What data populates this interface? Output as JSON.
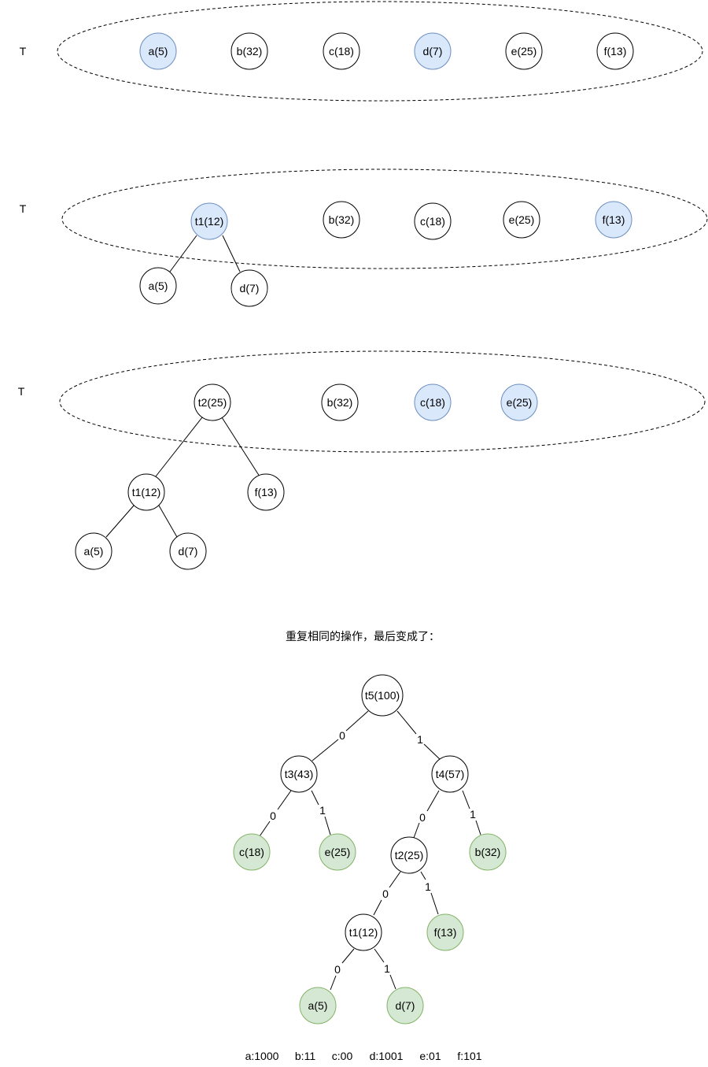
{
  "colors": {
    "plain_fill": "#ffffff",
    "plain_stroke": "#000000",
    "highlight_fill": "#dae8fc",
    "highlight_stroke": "#6c8ebf",
    "leaf_fill": "#d5e8d4",
    "leaf_stroke": "#82b366"
  },
  "stage1": {
    "set_label": "T",
    "nodes": [
      {
        "label": "a(5)",
        "style": "highlight"
      },
      {
        "label": "b(32)",
        "style": "plain"
      },
      {
        "label": "c(18)",
        "style": "plain"
      },
      {
        "label": "d(7)",
        "style": "highlight"
      },
      {
        "label": "e(25)",
        "style": "plain"
      },
      {
        "label": "f(13)",
        "style": "plain"
      }
    ]
  },
  "stage2": {
    "set_label": "T",
    "nodes": [
      {
        "label": "t1(12)",
        "style": "highlight"
      },
      {
        "label": "b(32)",
        "style": "plain"
      },
      {
        "label": "c(18)",
        "style": "plain"
      },
      {
        "label": "e(25)",
        "style": "plain"
      },
      {
        "label": "f(13)",
        "style": "highlight"
      },
      {
        "label": "a(5)",
        "style": "plain"
      },
      {
        "label": "d(7)",
        "style": "plain"
      }
    ]
  },
  "stage3": {
    "set_label": "T",
    "nodes": [
      {
        "label": "t2(25)",
        "style": "plain"
      },
      {
        "label": "b(32)",
        "style": "plain"
      },
      {
        "label": "c(18)",
        "style": "highlight"
      },
      {
        "label": "e(25)",
        "style": "highlight"
      },
      {
        "label": "t1(12)",
        "style": "plain"
      },
      {
        "label": "f(13)",
        "style": "plain"
      },
      {
        "label": "a(5)",
        "style": "plain"
      },
      {
        "label": "d(7)",
        "style": "plain"
      }
    ]
  },
  "caption": "重复相同的操作，最后变成了：",
  "final_tree": {
    "nodes": [
      {
        "label": "t5(100)",
        "style": "plain"
      },
      {
        "label": "t3(43)",
        "style": "plain"
      },
      {
        "label": "t4(57)",
        "style": "plain"
      },
      {
        "label": "c(18)",
        "style": "leaf"
      },
      {
        "label": "e(25)",
        "style": "leaf"
      },
      {
        "label": "t2(25)",
        "style": "plain"
      },
      {
        "label": "b(32)",
        "style": "leaf"
      },
      {
        "label": "t1(12)",
        "style": "plain"
      },
      {
        "label": "f(13)",
        "style": "leaf"
      },
      {
        "label": "a(5)",
        "style": "leaf"
      },
      {
        "label": "d(7)",
        "style": "leaf"
      }
    ],
    "edges": [
      {
        "from": "t5(100)",
        "to": "t3(43)",
        "label": "0"
      },
      {
        "from": "t5(100)",
        "to": "t4(57)",
        "label": "1"
      },
      {
        "from": "t3(43)",
        "to": "c(18)",
        "label": "0"
      },
      {
        "from": "t3(43)",
        "to": "e(25)",
        "label": "1"
      },
      {
        "from": "t4(57)",
        "to": "t2(25)",
        "label": "0"
      },
      {
        "from": "t4(57)",
        "to": "b(32)",
        "label": "1"
      },
      {
        "from": "t2(25)",
        "to": "t1(12)",
        "label": "0"
      },
      {
        "from": "t2(25)",
        "to": "f(13)",
        "label": "1"
      },
      {
        "from": "t1(12)",
        "to": "a(5)",
        "label": "0"
      },
      {
        "from": "t1(12)",
        "to": "d(7)",
        "label": "1"
      }
    ]
  },
  "codes": [
    "a:1000",
    "b:11",
    "c:00",
    "d:1001",
    "e:01",
    "f:101"
  ]
}
